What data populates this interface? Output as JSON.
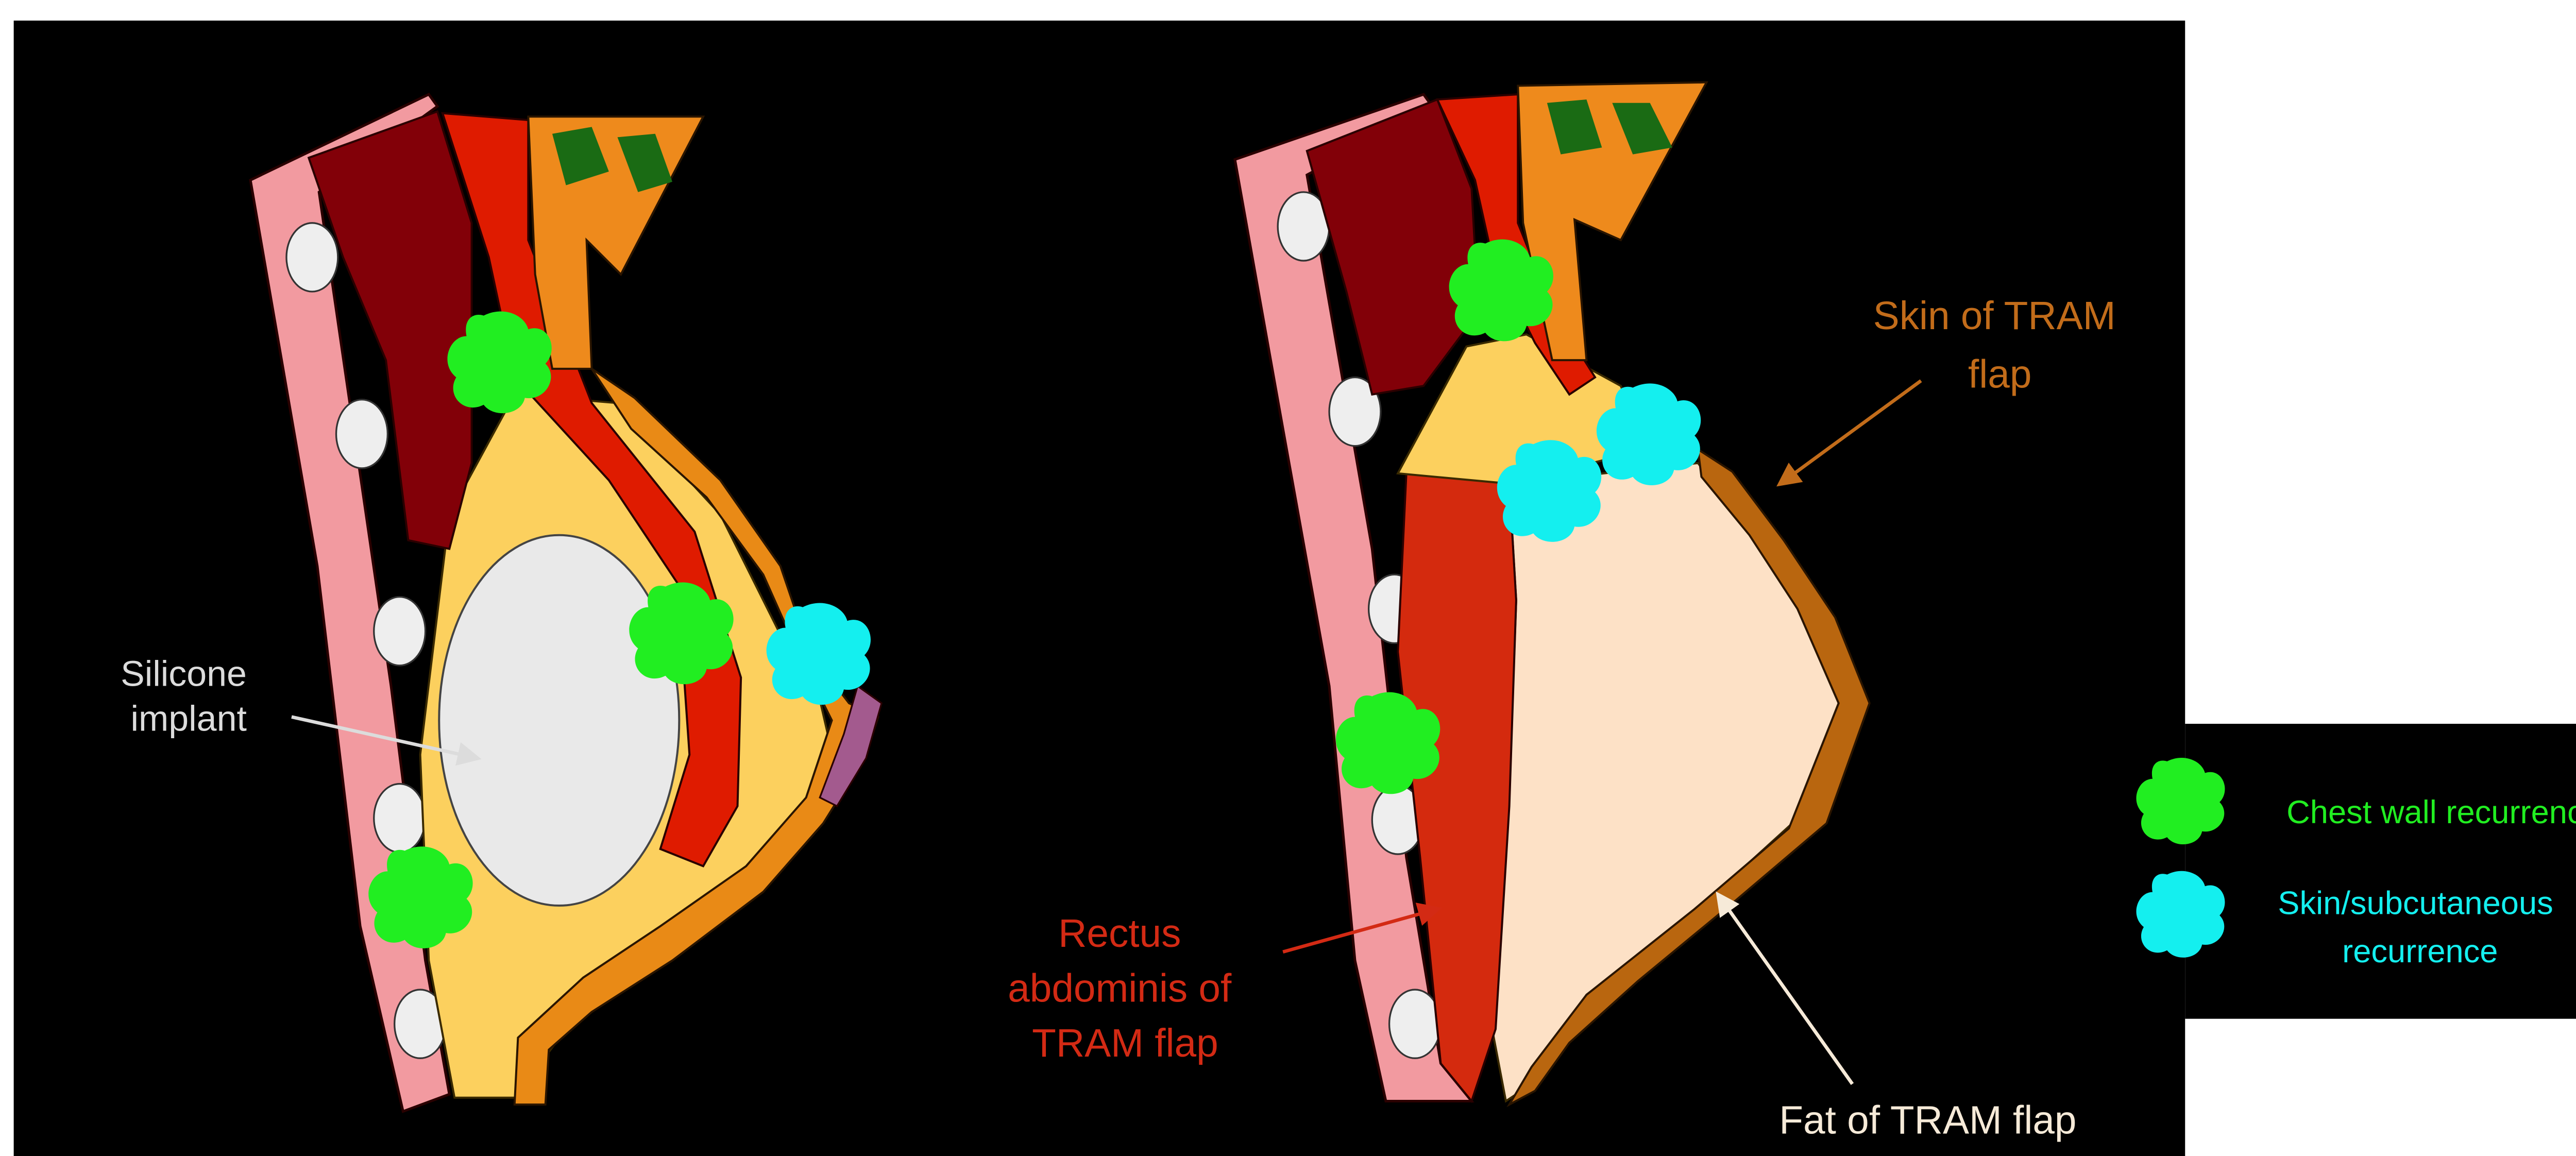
{
  "colors": {
    "background": "#000000",
    "page": "#ffffff",
    "chest_wall_pink": "#f29aa0",
    "rib_white": "#eeeeee",
    "pectoralis_dark_red": "#820008",
    "muscle_red": "#df1b00",
    "rectus_red": "#d42a0e",
    "axillary_orange": "#ee8a1c",
    "skin_orange": "#e98a16",
    "tram_skin_brown": "#b9660f",
    "breast_fat_yellow": "#fcd05e",
    "tram_fat_peach": "#fde1c6",
    "implant_gray": "#e9e9e9",
    "nipple_purple": "#a35a8e",
    "node_green": "#1a6b14",
    "chest_wall_recurrence": "#21ee21",
    "skin_recurrence": "#14efef",
    "label_gray": "#dcdcdc",
    "label_red": "#d32a14",
    "label_orange": "#c26c1a",
    "label_cream": "#f6ead8"
  },
  "icons": {
    "chest_wall_recurrence": "green-cloud-blob",
    "skin_recurrence": "cyan-cloud-blob"
  },
  "labels": {
    "silicone_implant": [
      "Silicone",
      "implant"
    ],
    "rectus_abdominis": [
      "Rectus",
      "abdominis of",
      "TRAM flap"
    ],
    "skin_of_tram": [
      "Skin of TRAM",
      "flap"
    ],
    "fat_of_tram": "Fat of TRAM flap"
  },
  "legend": {
    "items": [
      {
        "name": "Chest wall recurrence",
        "lines": [
          "Chest wall recurrence"
        ],
        "color_key": "chest_wall_recurrence"
      },
      {
        "name": "Skin/subcutaneous recurrence",
        "lines": [
          "Skin/subcutaneous",
          "recurrence"
        ],
        "color_key": "skin_recurrence"
      }
    ]
  }
}
